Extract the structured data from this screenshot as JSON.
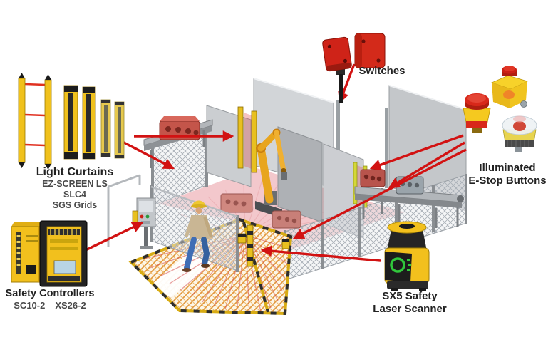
{
  "callouts": {
    "light_curtains": {
      "title": "Light Curtains",
      "models": [
        "EZ-SCREEN LS",
        "SLC4",
        "SGS Grids"
      ]
    },
    "safety_controllers": {
      "title": "Safety Controllers",
      "models": [
        "SC10-2",
        "XS26-2"
      ]
    },
    "switches": {
      "title": "Switches"
    },
    "estop_buttons": {
      "title_line1": "Illuminated",
      "title_line2": "E-Stop Buttons"
    },
    "laser_scanner": {
      "title_line1": "SX5 Safety",
      "title_line2": "Laser Scanner"
    }
  },
  "colors": {
    "arrow_red": "#d21212",
    "safety_yellow": "#f2c01d",
    "device_red": "#cc2015",
    "panel_gray": "#c6c9cc",
    "mat_orange": "#e2973c",
    "field_pink": "#f2c2c6",
    "scanner_green": "#30c83c"
  }
}
